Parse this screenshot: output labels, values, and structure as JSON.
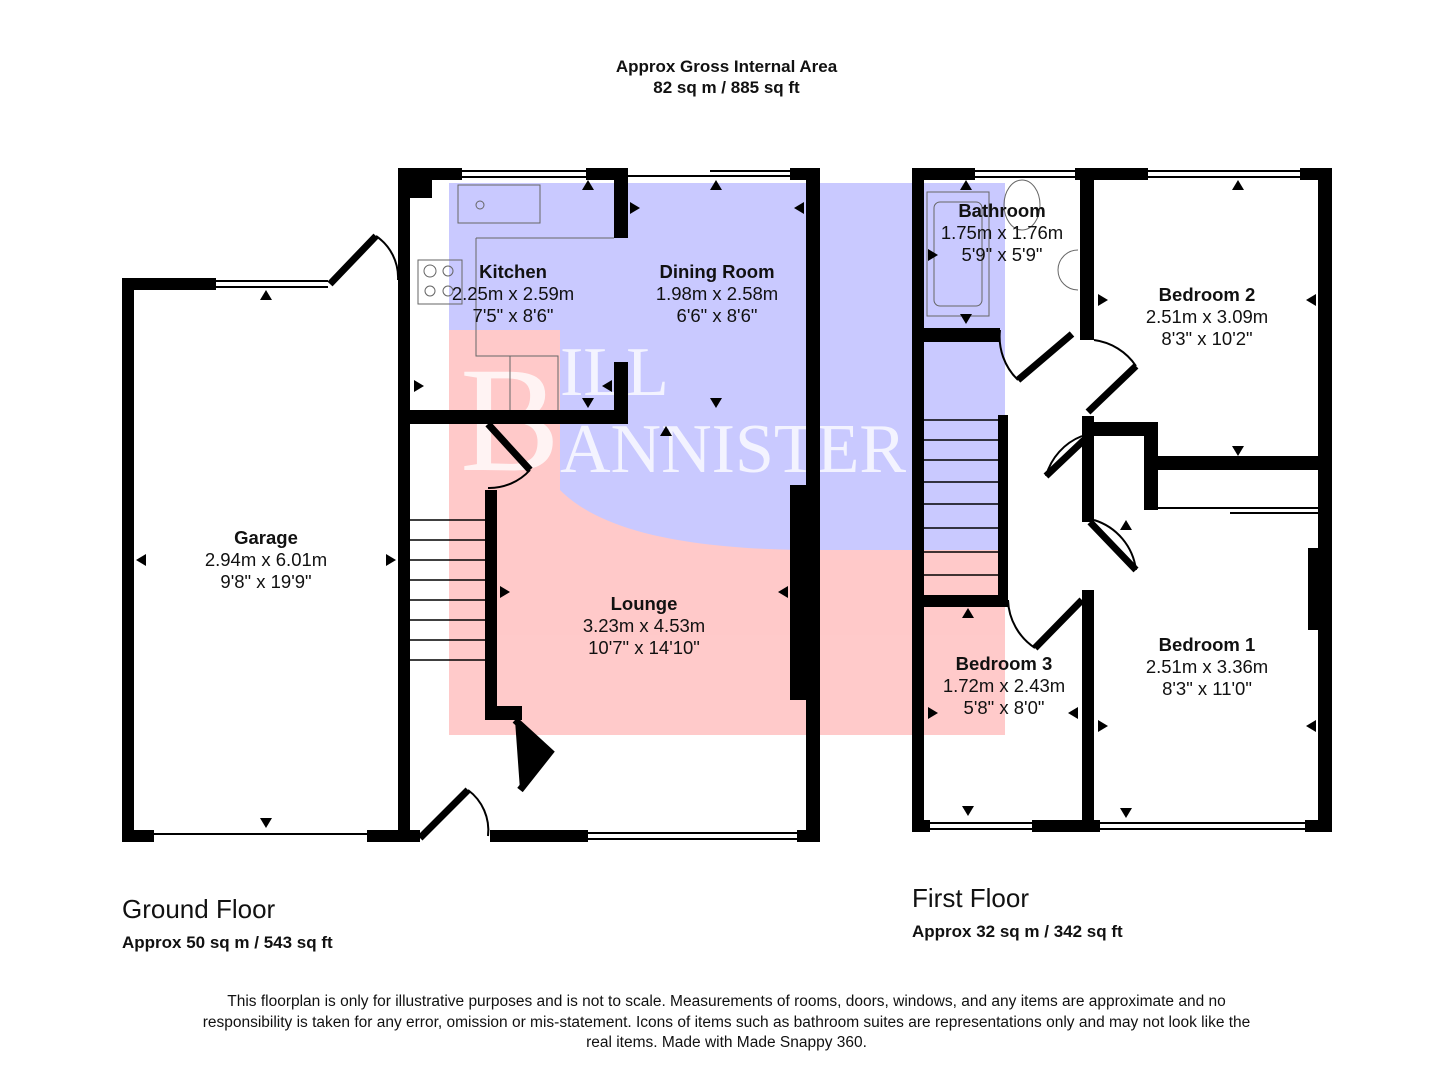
{
  "header": {
    "title": "Approx Gross Internal Area",
    "area": "82 sq m / 885 sq ft"
  },
  "floors": [
    {
      "name": "Ground Floor",
      "area": "Approx 50 sq m / 543 sq ft"
    },
    {
      "name": "First Floor",
      "area": "Approx 32 sq m / 342 sq ft"
    }
  ],
  "rooms": [
    {
      "name": "Garage",
      "metric": "2.94m x 6.01m",
      "imperial": "9'8\" x 19'9\""
    },
    {
      "name": "Kitchen",
      "metric": "2.25m x 2.59m",
      "imperial": "7'5\" x 8'6\""
    },
    {
      "name": "Dining Room",
      "metric": "1.98m x 2.58m",
      "imperial": "6'6\" x 8'6\""
    },
    {
      "name": "Lounge",
      "metric": "3.23m x 4.53m",
      "imperial": "10'7\" x 14'10\""
    },
    {
      "name": "Bathroom",
      "metric": "1.75m x 1.76m",
      "imperial": "5'9\" x 5'9\""
    },
    {
      "name": "Bedroom 2",
      "metric": "2.51m x 3.09m",
      "imperial": "8'3\" x 10'2\""
    },
    {
      "name": "Bedroom 3",
      "metric": "1.72m x 2.43m",
      "imperial": "5'8\" x 8'0\""
    },
    {
      "name": "Bedroom 1",
      "metric": "2.51m x 3.36m",
      "imperial": "8'3\" x 11'0\""
    }
  ],
  "watermark": {
    "text": "BILL BANNISTER",
    "blue": "#b3b3ff",
    "pink": "#ffb3b3"
  },
  "disclaimer": "This floorplan is only for illustrative purposes and is not to scale. Measurements of rooms, doors, windows, and any items are approximate and no responsibility is taken for any error, omission or mis-statement. Icons of items such as bathroom suites are representations only and may not look like the real items. Made with Made Snappy 360."
}
